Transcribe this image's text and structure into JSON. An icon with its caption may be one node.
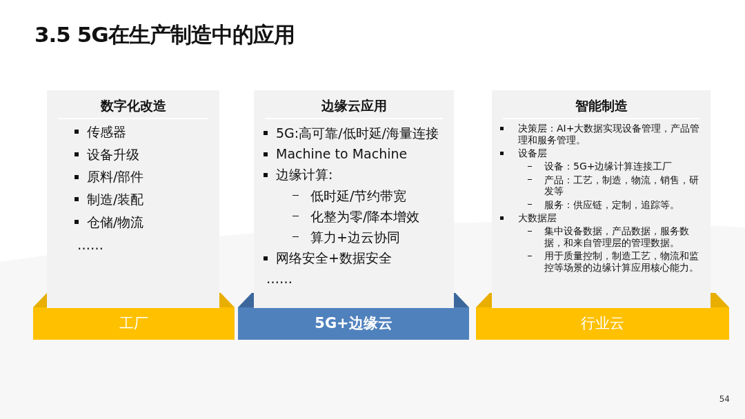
{
  "diagram": {
    "title": "3.5 5G在生产制造中的应用",
    "nodes": [
      {
        "text": [
          "数字化改造",
          "传感器",
          "设备升级",
          "原料/部件",
          "制造/装配",
          "仓储/物流",
          "……"
        ]
      },
      {
        "text": [
          "工厂"
        ]
      },
      {
        "text": [
          "边缘云应用",
          "5G:高可靠/低时延/海量连接",
          "Machine to Machine",
          "边缘计算:",
          "低时延/节约带宽",
          "化整为零/降本增效",
          "算力+边云协同",
          "网络安全+数据安全",
          "……"
        ]
      },
      {
        "text": [
          "5G+边缘云"
        ]
      },
      {
        "text": [
          "智能制造",
          "决策层：AI+大数据实现设备管理，产品管理和服务管理。",
          "设备层",
          "设备：5G+边缘计算连接工厂",
          "产品：工艺，制造，物流，销售，研发等",
          "服务：供应链，定制，追踪等。",
          "大数据层",
          "集中设备数据，产品数据，服务数据，和来自管理层的管理数据。",
          "用于质量控制，制造工艺，物流和监控等场景的边缘计算应用核心能力。"
        ]
      },
      {
        "text": [
          "行业云"
        ]
      }
    ],
    "labels": [
      "54"
    ]
  }
}
